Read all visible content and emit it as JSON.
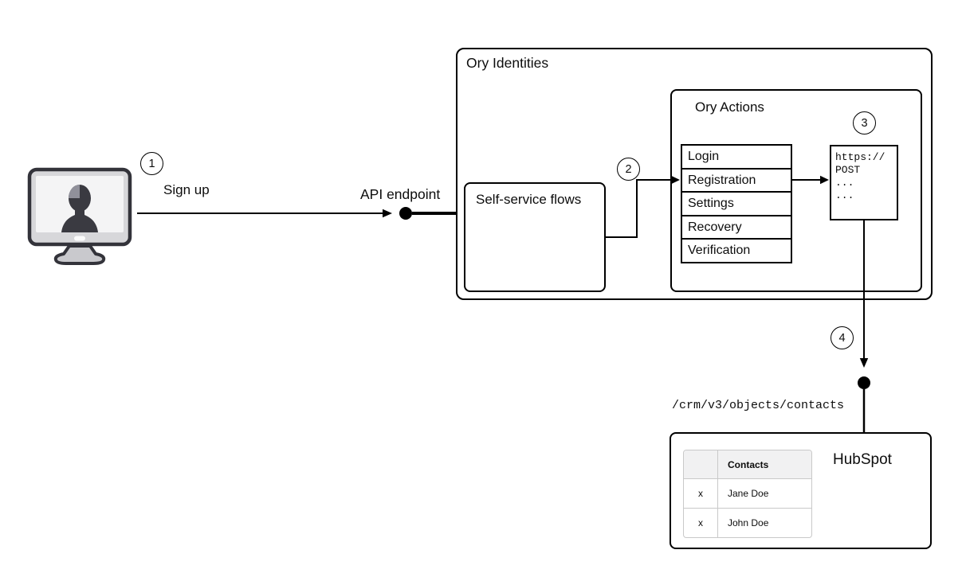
{
  "colors": {
    "stroke": "#000000",
    "monitor_frame": "#d7d7da",
    "monitor_screen": "#f4f4f5",
    "silhouette": "#3a3a41",
    "silhouette_highlight": "#90909a",
    "table_header_bg": "#f1f1f2",
    "table_border": "#c9c9c9"
  },
  "steps": {
    "one": "1",
    "two": "2",
    "three": "3",
    "four": "4"
  },
  "labels": {
    "sign_up": "Sign up",
    "api_endpoint": "API endpoint"
  },
  "ory_identities": {
    "title": "Ory Identities"
  },
  "self_service": {
    "title": "Self-service flows"
  },
  "ory_actions": {
    "title": "Ory Actions",
    "flows": [
      "Login",
      "Registration",
      "Settings",
      "Recovery",
      "Verification"
    ]
  },
  "webhook": {
    "lines": [
      "https://",
      "POST",
      "...",
      "..."
    ]
  },
  "hubspot": {
    "title": "HubSpot",
    "endpoint_path": "/crm/v3/objects/contacts",
    "table": {
      "header_contacts": "Contacts",
      "rows": [
        {
          "action": "x",
          "name": "Jane Doe"
        },
        {
          "action": "x",
          "name": "John Doe"
        }
      ]
    }
  }
}
